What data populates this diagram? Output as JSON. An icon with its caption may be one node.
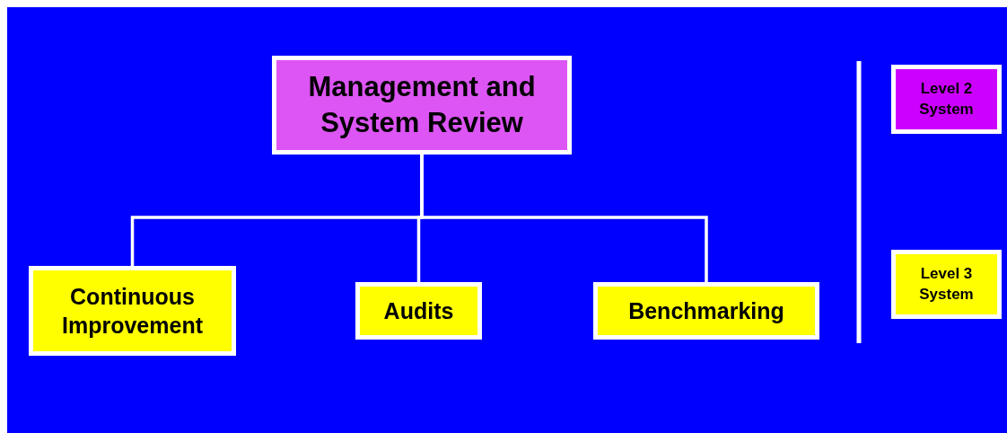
{
  "diagram": {
    "nodes": [
      {
        "text": [
          "Management and System Review"
        ]
      },
      {
        "text": [
          "Continuous Improvement"
        ]
      },
      {
        "text": [
          "Audits"
        ]
      },
      {
        "text": [
          "Benchmarking"
        ]
      }
    ],
    "edges": [
      {
        "from": 0,
        "to": 1,
        "arrow": "none"
      },
      {
        "from": 0,
        "to": 2,
        "arrow": "none"
      },
      {
        "from": 0,
        "to": 3,
        "arrow": "none"
      }
    ],
    "legend": [
      {
        "text": "Level 2 System",
        "color": "#cc00ff"
      },
      {
        "text": "Level 3 System",
        "color": "#ffff00"
      }
    ]
  }
}
